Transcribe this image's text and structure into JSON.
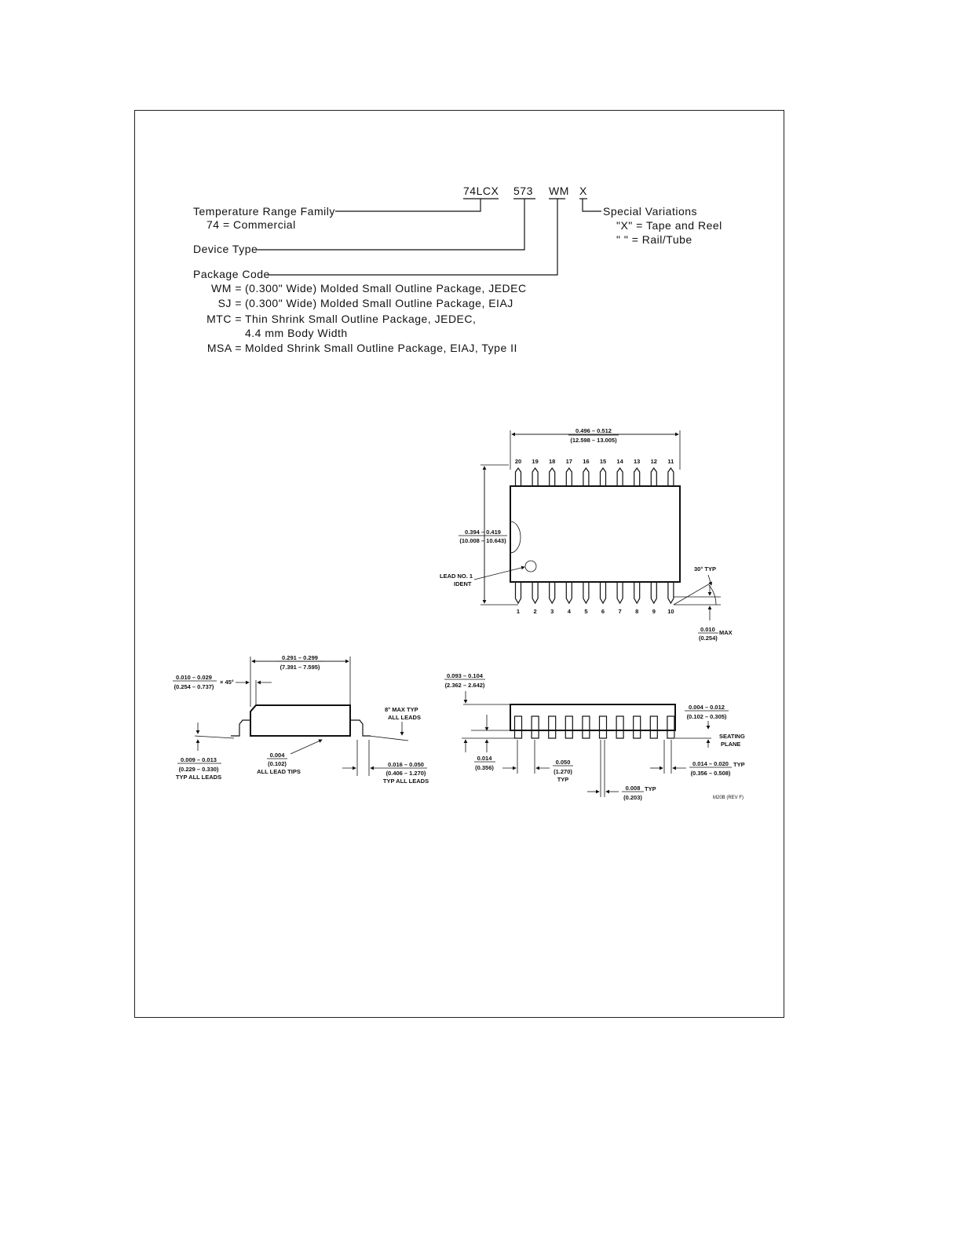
{
  "ordering": {
    "code_parts": [
      "74LCX",
      "573",
      "WM",
      "X"
    ],
    "temp_label": "Temperature Range Family",
    "temp_value": "74 = Commercial",
    "device_label": "Device Type",
    "special_label": "Special Variations",
    "special_x": "\"X\" = Tape and Reel",
    "special_blank": "\" \" = Rail/Tube",
    "package_label": "Package Code",
    "packages": [
      {
        "code": "WM =",
        "desc": "(0.300\" Wide) Molded Small Outline Package, JEDEC"
      },
      {
        "code": "SJ =",
        "desc": "(0.300\" Wide) Molded Small Outline Package, EIAJ"
      },
      {
        "code": "MTC =",
        "desc": "Thin Shrink Small Outline Package, JEDEC,"
      },
      {
        "code": "",
        "desc": "4.4 mm Body Width"
      },
      {
        "code": "MSA =",
        "desc": "Molded Shrink Small Outline Package, EIAJ, Type II"
      }
    ]
  },
  "drawing": {
    "top_pins": [
      "20",
      "19",
      "18",
      "17",
      "16",
      "15",
      "14",
      "13",
      "12",
      "11"
    ],
    "bottom_pins": [
      "1",
      "2",
      "3",
      "4",
      "5",
      "6",
      "7",
      "8",
      "9",
      "10"
    ],
    "width_in": "0.496 – 0.512",
    "width_mm": "(12.598 – 13.005)",
    "height_in": "0.394 – 0.419",
    "height_mm": "(10.008 – 10.643)",
    "lead_ident_1": "LEAD NO. 1",
    "lead_ident_2": "IDENT",
    "angle": "30° TYP",
    "max_in": "0.010",
    "max_suffix": "MAX",
    "max_mm": "(0.254)",
    "side_width_in": "0.291 – 0.299",
    "side_width_mm": "(7.391 – 7.595)",
    "chamfer_in": "0.010 – 0.029",
    "chamfer_mm": "(0.254 – 0.737)",
    "chamfer_suffix": "× 45°",
    "lead_angle_1": "8° MAX TYP",
    "lead_angle_2": "ALL LEADS",
    "lead_thick_in": "0.009 – 0.013",
    "lead_thick_mm": "(0.229 – 0.330)",
    "lead_thick_note": "TYP ALL LEADS",
    "tip_in": "0.004",
    "tip_mm": "(0.102)",
    "tip_note": "ALL LEAD TIPS",
    "foot_in": "0.016 – 0.050",
    "foot_mm": "(0.406 – 1.270)",
    "foot_note": "TYP ALL LEADS",
    "body_h_in": "0.093 – 0.104",
    "body_h_mm": "(2.362 – 2.642)",
    "standoff_in": "0.004 – 0.012",
    "standoff_mm": "(0.102 – 0.305)",
    "seating_1": "SEATING",
    "seating_2": "PLANE",
    "lead_h_in": "0.014",
    "lead_h_mm": "(0.356)",
    "pitch_in": "0.050",
    "pitch_mm": "(1.270)",
    "pitch_note": "TYP",
    "lw_in": "0.014 – 0.020",
    "lw_suffix": "TYP",
    "lw_mm": "(0.356 – 0.508)",
    "lt_in": "0.008",
    "lt_suffix": "TYP",
    "lt_mm": "(0.203)",
    "rev": "M20B (REV F)"
  }
}
